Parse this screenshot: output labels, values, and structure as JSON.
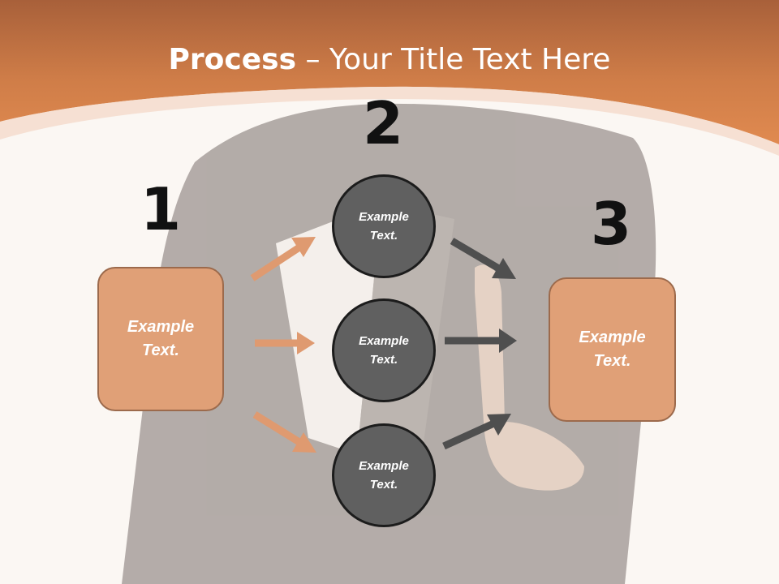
{
  "title": {
    "bold": "Process",
    "rest": " – Your Title Text Here"
  },
  "steps": {
    "one": {
      "number": "1",
      "text": "Example Text."
    },
    "two": {
      "number": "2",
      "items": [
        "Example Text.",
        "Example Text.",
        "Example Text."
      ]
    },
    "three": {
      "number": "3",
      "text": "Example Text."
    }
  },
  "colors": {
    "header_orange": "#d4834e",
    "box_fill": "#e0a077",
    "circle_fill": "#606060",
    "arrow_orange": "#df9a70",
    "arrow_gray": "#4f4f4f"
  }
}
